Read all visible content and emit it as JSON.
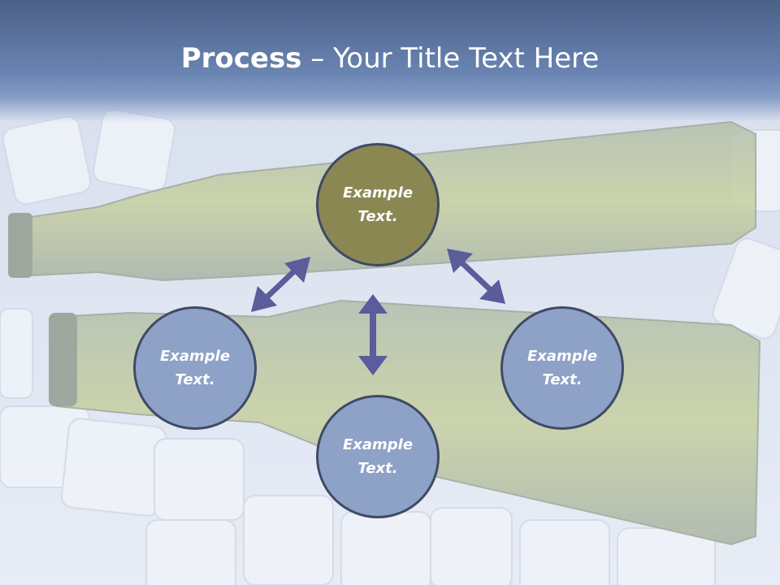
{
  "title": {
    "bold": "Process",
    "rest": " – Your Title Text Here"
  },
  "nodes": {
    "top": "Example Text.",
    "left": "Example Text.",
    "right": "Example Text.",
    "bottom": "Example Text."
  },
  "colors": {
    "title_bar": "#5a72a0",
    "center_fill": "#8a8752",
    "side_fill": "#8ea1c6",
    "arrow": "#5a5c9c",
    "node_border": "#3f4a66"
  }
}
